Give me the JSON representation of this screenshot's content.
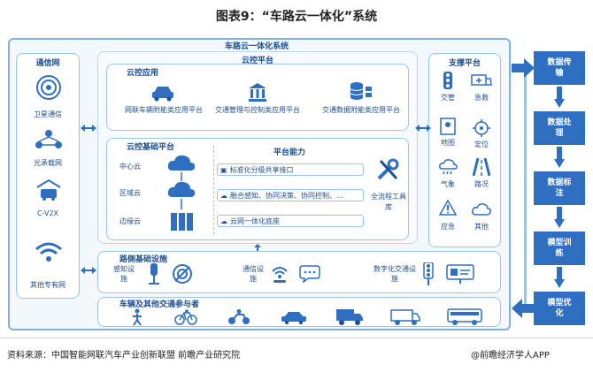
{
  "title": "图表9：“车路云一体化”系统",
  "system_label": "车路云一体化系统",
  "cloud_platform": {
    "label": "云控平台",
    "apps": {
      "label": "云控应用",
      "items": [
        {
          "icon": "car-icon",
          "label": "网联车辆附能类应用平台"
        },
        {
          "icon": "building-icon",
          "label": "交通管理与控制类应用平台"
        },
        {
          "icon": "database-icon",
          "label": "交通数据附能类应用平台"
        }
      ]
    },
    "base": {
      "label": "云控基础平台",
      "clouds": [
        "中心云",
        "区域云",
        "边缘云"
      ],
      "capability": {
        "label": "平台能力",
        "items": [
          "标准化分级共享接口",
          "融合感知、协同决策、协同控制、...",
          "云网一体化底座"
        ],
        "toolchain": "全流程工具库"
      }
    }
  },
  "network": {
    "label": "通信网",
    "items": [
      "卫星通信",
      "光承载网",
      "C-V2X",
      "其他专有网"
    ]
  },
  "support": {
    "label": "支撑平台",
    "items": [
      {
        "icon": "traffic-light-icon",
        "label": "交管"
      },
      {
        "icon": "ambulance-icon",
        "label": "急救"
      },
      {
        "icon": "map-icon",
        "label": "地图"
      },
      {
        "icon": "location-icon",
        "label": "定位"
      },
      {
        "icon": "weather-icon",
        "label": "气象"
      },
      {
        "icon": "road-icon",
        "label": "路况"
      },
      {
        "icon": "warning-icon",
        "label": "应急"
      },
      {
        "icon": "cloud-icon",
        "label": "其他"
      }
    ]
  },
  "roadside": {
    "label": "路侧基础设施",
    "items": [
      "感知设施",
      "通信设施",
      "数字化交通设施"
    ]
  },
  "vehicles": {
    "label": "车辆及其他交通参与者"
  },
  "data_flow": [
    "数据传输",
    "数据处理",
    "数据标注",
    "模型训练",
    "模型优化"
  ],
  "source": "资料来源：中国智能网联汽车产业创新联盟 前瞻产业研究院",
  "brand": "@前瞻经济学人APP",
  "colors": {
    "primary": "#2f6fc2",
    "border": "#9cc3ea",
    "text": "#1f4f8f"
  }
}
